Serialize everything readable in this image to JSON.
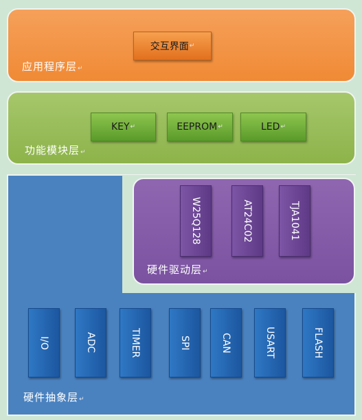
{
  "layers": {
    "application": {
      "label": "应用程序层",
      "items": [
        "交互界面"
      ]
    },
    "function": {
      "label": "功能模块层",
      "items": [
        "KEY",
        "EEPROM",
        "LED"
      ]
    },
    "driver": {
      "label": "硬件驱动层",
      "items": [
        "W25Q128",
        "AT24C02",
        "TJA1041"
      ]
    },
    "abstraction": {
      "label": "硬件抽象层",
      "items": [
        "I/O",
        "ADC",
        "TIMER",
        "SPI",
        "CAN",
        "USART",
        "FLASH"
      ]
    }
  },
  "paragraph_mark": "↵",
  "colors": {
    "application": "#f08a35",
    "function": "#8db34a",
    "driver": "#7a52a0",
    "abstraction": "#4a82c0"
  }
}
